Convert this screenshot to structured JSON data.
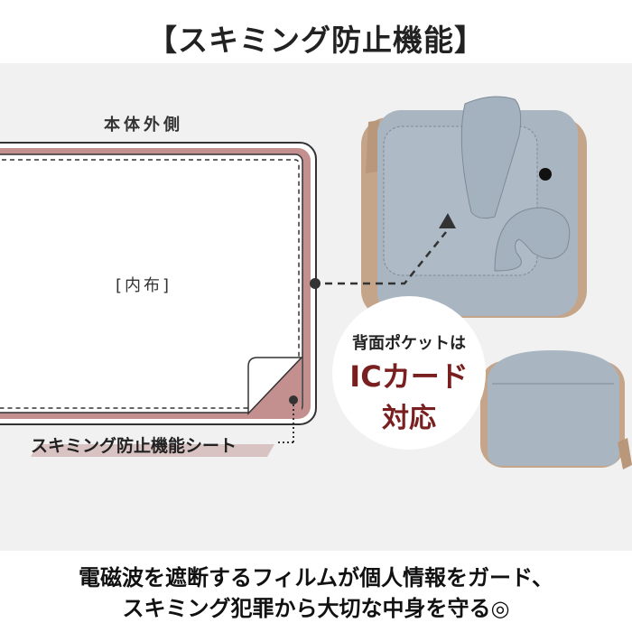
{
  "title": "【スキミング防止機能】",
  "diagram": {
    "outer_label": "本体外側",
    "inner_label": "[内布]",
    "sheet_label": "スキミング防止機能シート",
    "sheet_color": "#c48f8f"
  },
  "pocket_callout": {
    "line1": "背面ポケットは",
    "line2": "ICカード",
    "line3": "対応",
    "accent_color": "#7a1f1f"
  },
  "wallet_color": "#a9b6c2",
  "footer": {
    "line1": "電磁波を遮断するフィルムが個人情報をガード、",
    "line2": "スキミング犯罪から大切な中身を守る◎"
  }
}
